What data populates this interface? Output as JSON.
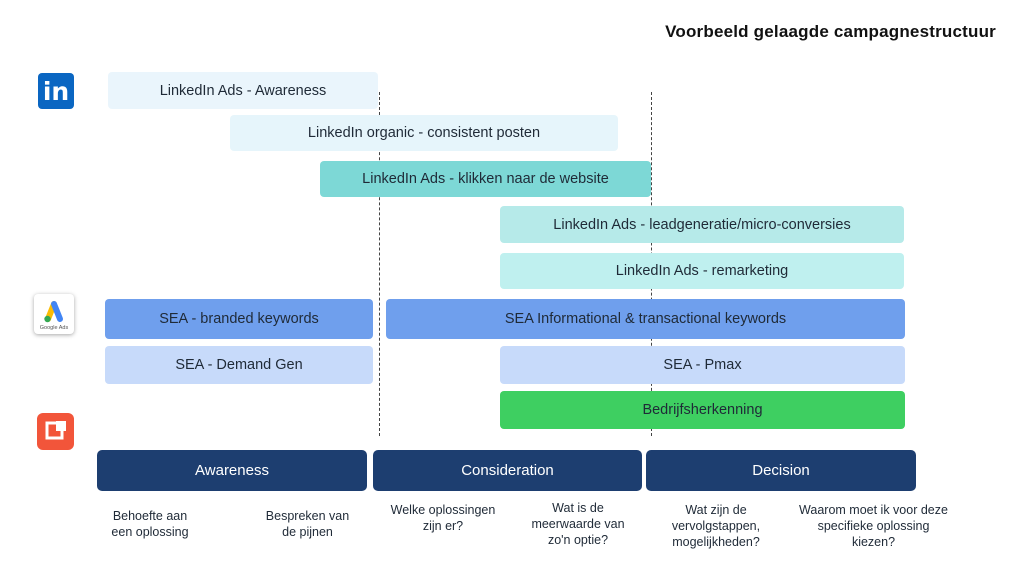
{
  "title": "Voorbeeld gelaagde campagnestructuur",
  "icons": {
    "linkedin": "linkedin-logo-icon",
    "linkedin_text": "in",
    "google_ads": "google-ads-logo-icon",
    "google_ads_caption": "Google Ads",
    "third": "orange-square-logo-icon"
  },
  "bars": [
    {
      "label": "LinkedIn Ads - Awareness",
      "color": "#eaf5fc"
    },
    {
      "label": "LinkedIn organic - consistent posten",
      "color": "#e6f5fb"
    },
    {
      "label": "LinkedIn Ads - klikken naar de website",
      "color": "#7dd8d6"
    },
    {
      "label": "LinkedIn Ads - leadgeneratie/micro-conversies",
      "color": "#b6eae9"
    },
    {
      "label": "LinkedIn Ads - remarketing",
      "color": "#bff0ef"
    },
    {
      "label": "SEA - branded keywords",
      "color": "#6f9fed"
    },
    {
      "label": "SEA Informational & transactional keywords",
      "color": "#6f9fed"
    },
    {
      "label": "SEA - Demand Gen",
      "color": "#c7dafa"
    },
    {
      "label": "SEA - Pmax",
      "color": "#c7dafa"
    },
    {
      "label": "Bedrijfsherkenning",
      "color": "#3ecf61"
    }
  ],
  "stages": [
    {
      "label": "Awareness",
      "color": "#1d3e70"
    },
    {
      "label": "Consideration",
      "color": "#1d3e70"
    },
    {
      "label": "Decision",
      "color": "#1d3e70"
    }
  ],
  "questions": [
    {
      "label": "Behoefte aan\neen oplossing"
    },
    {
      "label": "Bespreken van\nde pijnen"
    },
    {
      "label": "Welke oplossingen\nzijn er?"
    },
    {
      "label": "Wat is de\nmeerwaarde van\nzo'n optie?"
    },
    {
      "label": "Wat zijn de\nvervolgstappen,\nmogelijkheden?"
    },
    {
      "label": "Waarom moet ik voor deze\nspecifieke oplossing\nkiezen?"
    }
  ]
}
